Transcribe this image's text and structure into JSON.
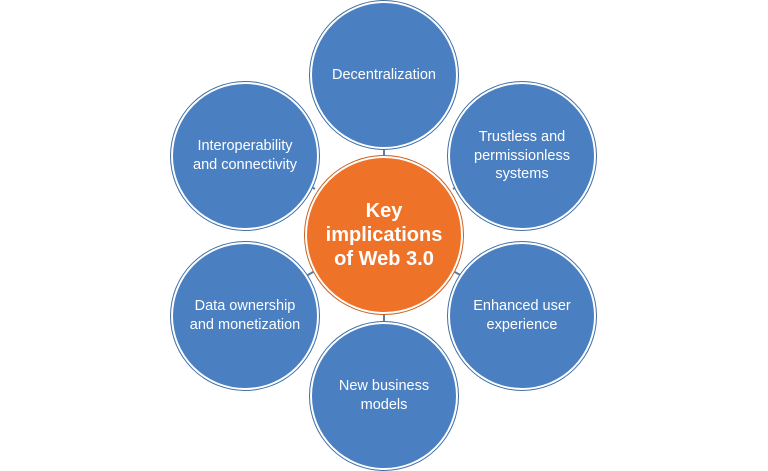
{
  "colors": {
    "outer_fill": "#4a7fc1",
    "center_fill": "#ef7229",
    "connector": "#5a7ea8"
  },
  "center": {
    "label": "Key implications of Web 3.0"
  },
  "nodes": [
    {
      "label": "Decentralization"
    },
    {
      "label": "Trustless and permissionless systems"
    },
    {
      "label": "Enhanced user experience"
    },
    {
      "label": "New business models"
    },
    {
      "label": "Data ownership and monetization"
    },
    {
      "label": "Interoperability and connectivity"
    }
  ]
}
